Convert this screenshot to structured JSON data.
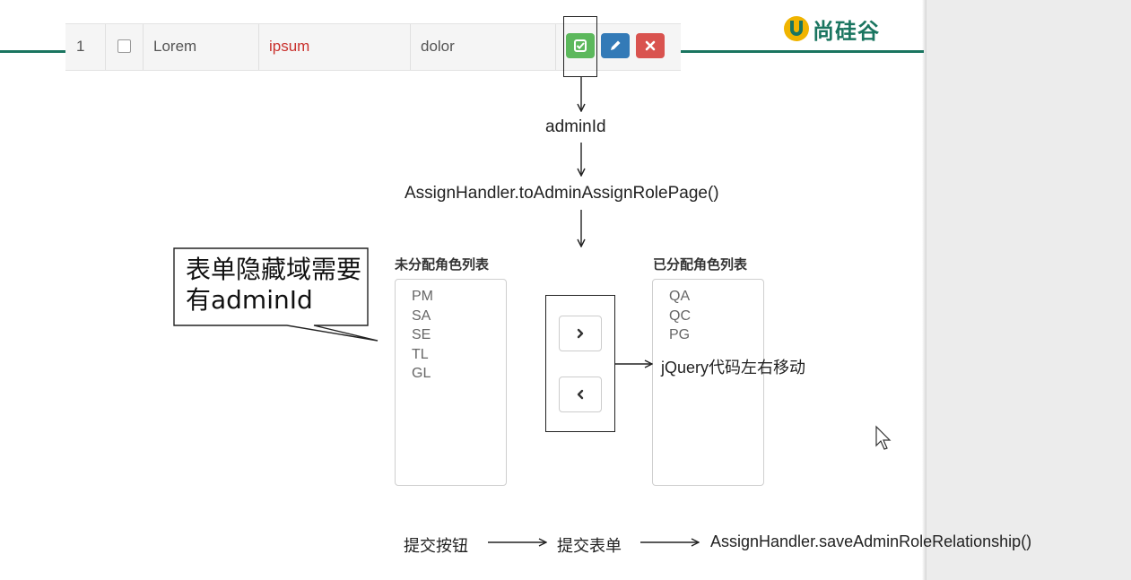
{
  "table_row": {
    "index": "1",
    "col1": "Lorem",
    "col2": "ipsum",
    "col3": "dolor"
  },
  "logo": {
    "text": "尚硅谷",
    "color": "#1a7560"
  },
  "flow": {
    "param": "adminId",
    "handler_method": "AssignHandler.toAdminAssignRolePage()",
    "callout": "表单隐藏域需要有adminId",
    "jquery_note": "jQuery代码左右移动",
    "submit_button": "提交按钮",
    "submit_form": "提交表单",
    "save_method": "AssignHandler.saveAdminRoleRelationship()"
  },
  "unassigned_list": {
    "title": "未分配角色列表",
    "options": [
      "PM",
      "SA",
      "SE",
      "TL",
      "GL"
    ]
  },
  "assigned_list": {
    "title": "已分配角色列表",
    "options": [
      "QA",
      "QC",
      "PG"
    ]
  },
  "colors": {
    "success": "#5cb85c",
    "primary": "#337ab7",
    "danger": "#d9534f",
    "link_red": "#c9302c",
    "teal": "#1a7560"
  },
  "icons": {
    "assign_button": "check-square-icon",
    "edit_button": "pencil-icon",
    "delete_button": "close-icon",
    "move_right": "chevron-right-icon",
    "move_left": "chevron-left-icon",
    "cursor": "mouse-pointer-icon"
  }
}
